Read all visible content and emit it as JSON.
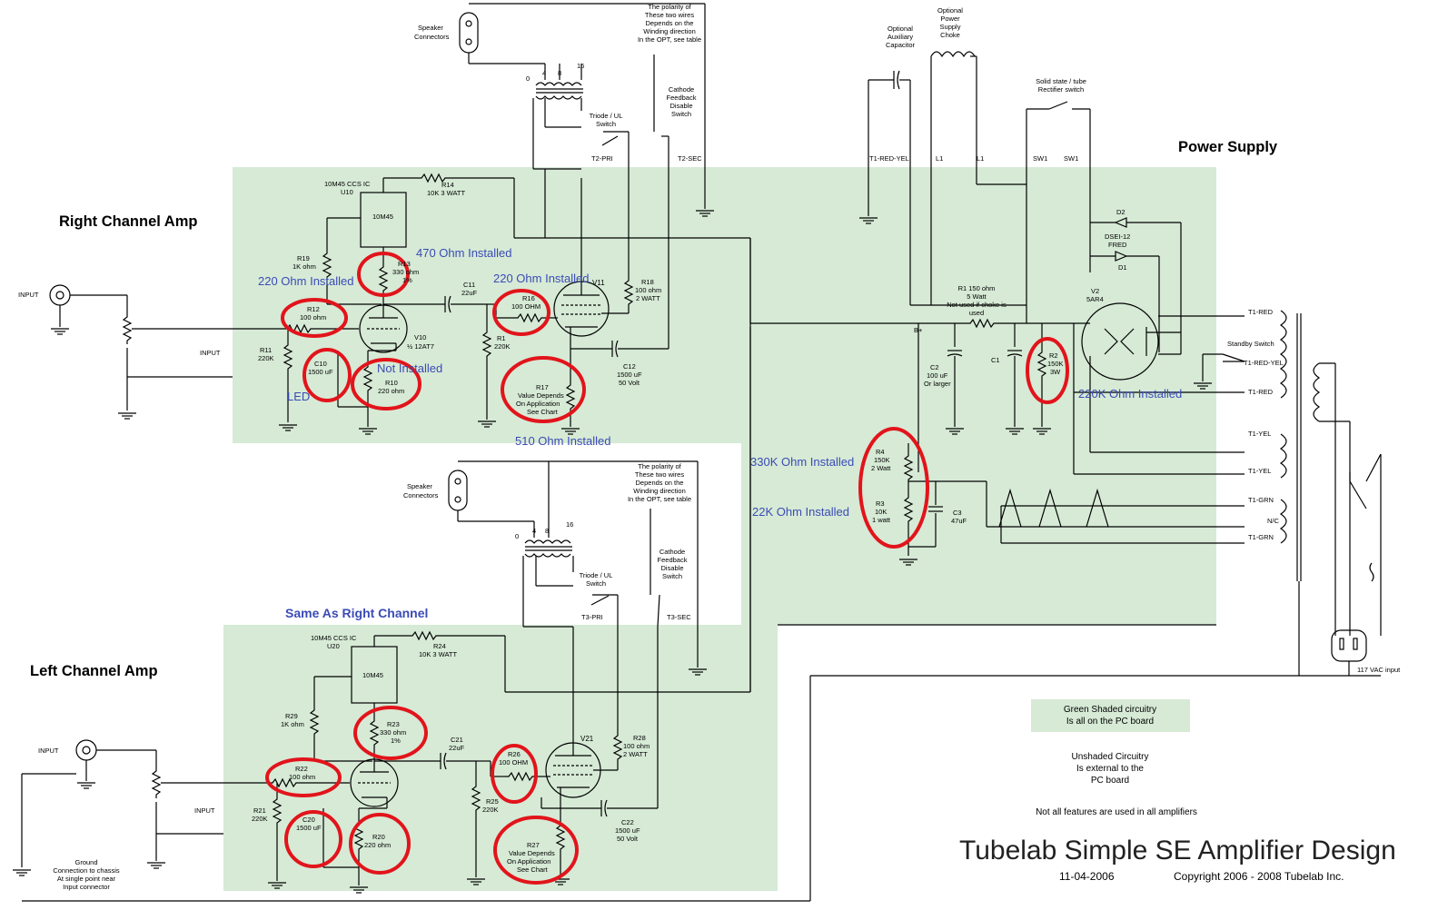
{
  "sections": {
    "right_amp": "Right Channel Amp",
    "left_amp": "Left Channel Amp",
    "power_supply": "Power Supply",
    "same_as_right": "Same As Right Channel"
  },
  "annotations": {
    "r13_installed": "470 Ohm Installed",
    "r12_installed": "220 Ohm Installed",
    "r16_installed": "220 Ohm Installed",
    "r10_not_installed": "Not Installed",
    "c10_led": "LED",
    "r17_installed": "510 Ohm Installed",
    "r2_installed": "220K Ohm Installed",
    "r4_installed": "330K Ohm Installed",
    "r3_installed": "22K Ohm Installed"
  },
  "top_notes": {
    "speaker_connectors_1": "Speaker",
    "speaker_connectors_2": "Connectors",
    "polarity": [
      "The polarity of",
      "These two wires",
      "Depends on the",
      "Winding direction",
      "In the OPT, see table"
    ],
    "cathode_feedback": [
      "Cathode",
      "Feedback",
      "Disable",
      "Switch"
    ],
    "triode_ul": [
      "Triode / UL",
      "Switch"
    ],
    "opt_taps": [
      "0",
      "4",
      "8",
      "16"
    ],
    "t2_pri": "T2-PRI",
    "t2_sec": "T2-SEC",
    "t3_pri": "T3-PRI",
    "t3_sec": "T3-SEC"
  },
  "right_components": {
    "u10": [
      "10M45 CCS IC",
      "U10"
    ],
    "u10_chip": "10M45",
    "r14": [
      "R14",
      "10K 3 WATT"
    ],
    "r19": [
      "R19",
      "1K ohm"
    ],
    "r13": [
      "R13",
      "330 ohm",
      "1%"
    ],
    "r12": [
      "R12",
      "100 ohm"
    ],
    "c11": [
      "C11",
      "22uF"
    ],
    "r16": [
      "R16",
      "100 OHM"
    ],
    "v11": "V11",
    "r18": [
      "R18",
      "100 ohm",
      "2 WATT"
    ],
    "v10": [
      "V10",
      "½ 12AT7"
    ],
    "r11": [
      "R11",
      "220K"
    ],
    "c10": [
      "C10",
      "1500 uF"
    ],
    "r10": [
      "R10",
      "220 ohm"
    ],
    "r15": [
      "R1",
      "220K"
    ],
    "r17": [
      "R17",
      "Value Depends",
      "On Application",
      "See Chart"
    ],
    "c12": [
      "C12",
      "1500 uF",
      "50 Volt"
    ],
    "input": "INPUT"
  },
  "left_components": {
    "u20": [
      "10M45 CCS IC",
      "U20"
    ],
    "u20_chip": "10M45",
    "r24": [
      "R24",
      "10K 3 WATT"
    ],
    "r29": [
      "R29",
      "1K ohm"
    ],
    "r23": [
      "R23",
      "330 ohm",
      "1%"
    ],
    "r22": [
      "R22",
      "100 ohm"
    ],
    "c21": [
      "C21",
      "22uF"
    ],
    "r26": [
      "R26",
      "100 OHM"
    ],
    "v21": "V21",
    "r28": [
      "R28",
      "100 ohm",
      "2 WATT"
    ],
    "r21": [
      "R21",
      "220K"
    ],
    "c20": [
      "C20",
      "1500 uF"
    ],
    "r20": [
      "R20",
      "220 ohm"
    ],
    "r25": [
      "R25",
      "220K"
    ],
    "r27": [
      "R27",
      "Value Depends",
      "On Application",
      "See Chart"
    ],
    "c22": [
      "C22",
      "1500 uF",
      "50 Volt"
    ],
    "input": "INPUT",
    "ground_note": [
      "Ground",
      "Connection to chassis",
      "At single point near",
      "Input connector"
    ]
  },
  "power_components": {
    "aux_cap": [
      "Optional",
      "Auxiliary",
      "Capacitor"
    ],
    "choke": [
      "Optional",
      "Power",
      "Supply",
      "Choke"
    ],
    "rect_switch": [
      "Solid state / tube",
      "Rectifier switch"
    ],
    "pins": [
      "T1-RED-YEL",
      "L1",
      "L1",
      "SW1",
      "SW1"
    ],
    "d2": "D2",
    "dsei": [
      "DSEI-12",
      "FRED"
    ],
    "d1": "D1",
    "r1": [
      "R1 150 ohm",
      "5 Watt",
      "Not used if choke is",
      "used"
    ],
    "v2": [
      "V2",
      "5AR4"
    ],
    "bplus": "B+",
    "c2": [
      "C2",
      "100 uF",
      "Or larger"
    ],
    "c1": "C1",
    "r2": [
      "R2",
      "150K",
      "3W"
    ],
    "r4": [
      "R4",
      "150K",
      "2 Watt"
    ],
    "r3": [
      "R3",
      "10K",
      "1 watt"
    ],
    "c3": [
      "C3",
      "47uF"
    ],
    "standby": "Standby Switch",
    "t1_labels": [
      "T1-RED",
      "T1-RED-YEL",
      "T1-RED",
      "T1-YEL",
      "T1-YEL",
      "T1-GRN",
      "N/C",
      "T1-GRN"
    ],
    "mains": "117 VAC input"
  },
  "legend": {
    "green": [
      "Green Shaded circuitry",
      "Is all on the PC board"
    ],
    "unshaded": [
      "Unshaded Circuitry",
      "Is external to the",
      "PC board"
    ],
    "note": "Not all features are used in all amplifiers"
  },
  "title_block": {
    "title": "Tubelab Simple SE Amplifier Design",
    "date": "11-04-2006",
    "copyright": "Copyright 2006 - 2008 Tubelab Inc."
  },
  "colors": {
    "pcb_shade": "#d6ead6",
    "highlight": "#e2141b",
    "annotation": "#3b4bb5"
  }
}
